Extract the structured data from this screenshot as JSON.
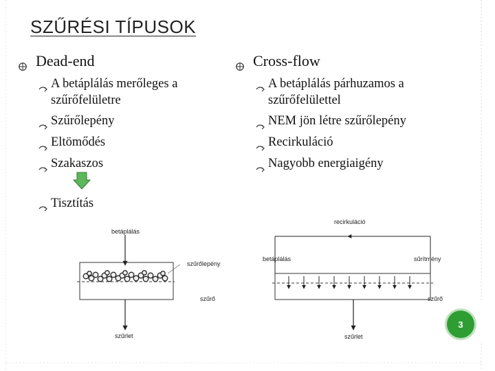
{
  "title": "SZŰRÉSI TÍPUSOK",
  "left": {
    "heading": "Dead-end",
    "items": [
      "A betáplálás merőleges a szűrőfelületre",
      "Szűrőlepény",
      "Eltömődés",
      "Szakaszos"
    ]
  },
  "right": {
    "heading": "Cross-flow",
    "items": [
      "A betáplálás párhuzamos a szűrőfelülettel",
      "NEM jön létre szűrőlepény",
      "Recirkuláció",
      "Nagyobb energiaigény"
    ]
  },
  "cleaning": "Tisztítás",
  "diagram_left": {
    "feed_label": "betáplálás",
    "cake_label": "szűrőlepény",
    "filter_label": "szűrő",
    "filtrate_label": "szűrlet"
  },
  "diagram_right": {
    "recirc_label": "recirkuláció",
    "feed_label": "betáplálás",
    "retentate_label": "sűrítmény",
    "filter_label": "szűrő",
    "filtrate_label": "szűrlet"
  },
  "page_number": "3",
  "colors": {
    "accent_green": "#2e9e32",
    "arrow_green": "#5cb85c"
  }
}
